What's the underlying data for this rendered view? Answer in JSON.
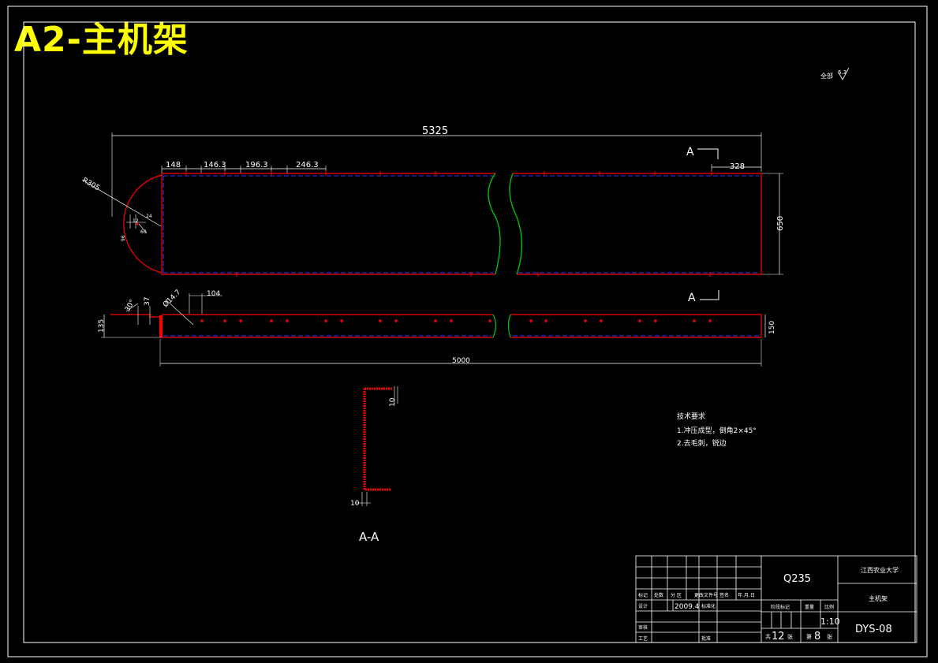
{
  "title": "A2-主机架",
  "roughness": {
    "label": "全部",
    "value": "6.3"
  },
  "top_view": {
    "overall_length": "5325",
    "hole_spacings": [
      "148",
      "146.3",
      "196.3",
      "246.3"
    ],
    "end_offset": "328",
    "width": "650",
    "radius": "R305",
    "small_dims": [
      "96",
      "24",
      "12",
      "60"
    ],
    "section_label_top": "A",
    "section_label_bottom": "A"
  },
  "side_view": {
    "angle": "30°",
    "dim_37": "37",
    "hole_dia": "Ø14.7",
    "dim_104": "104",
    "height_left": "135",
    "height_right": "150",
    "length": "5000"
  },
  "section_view": {
    "label": "A-A",
    "thickness_top": "10",
    "thickness_bottom": "10"
  },
  "notes": {
    "heading": "技术要求",
    "lines": [
      "1.冲压成型，倒角2×45°",
      "2.去毛刺，锐边"
    ]
  },
  "title_block": {
    "material": "Q235",
    "school": "江西农业大学",
    "part_name": "主机架",
    "drawing_no": "DYS-08",
    "scale": "1:10",
    "sheet_total": "12",
    "sheet_no": "8",
    "date": "2009.4",
    "row_labels": {
      "mark": "标记",
      "count": "处数",
      "zone": "分 区",
      "change_doc": "更改文件号",
      "sign": "签名",
      "ymd": "年.月.日",
      "design": "设计",
      "std": "标准化",
      "stage_mark": "阶段标记",
      "weight": "重量",
      "ratio": "比例",
      "review": "审核",
      "process": "工艺",
      "approve": "批准",
      "total": "共",
      "sheets": "张",
      "page_no": "第"
    }
  },
  "colors": {
    "frame": "#ffffff",
    "outline": "#ff0000",
    "hidden": "#3333ff",
    "break": "#00cc00",
    "title": "#ffff00"
  }
}
